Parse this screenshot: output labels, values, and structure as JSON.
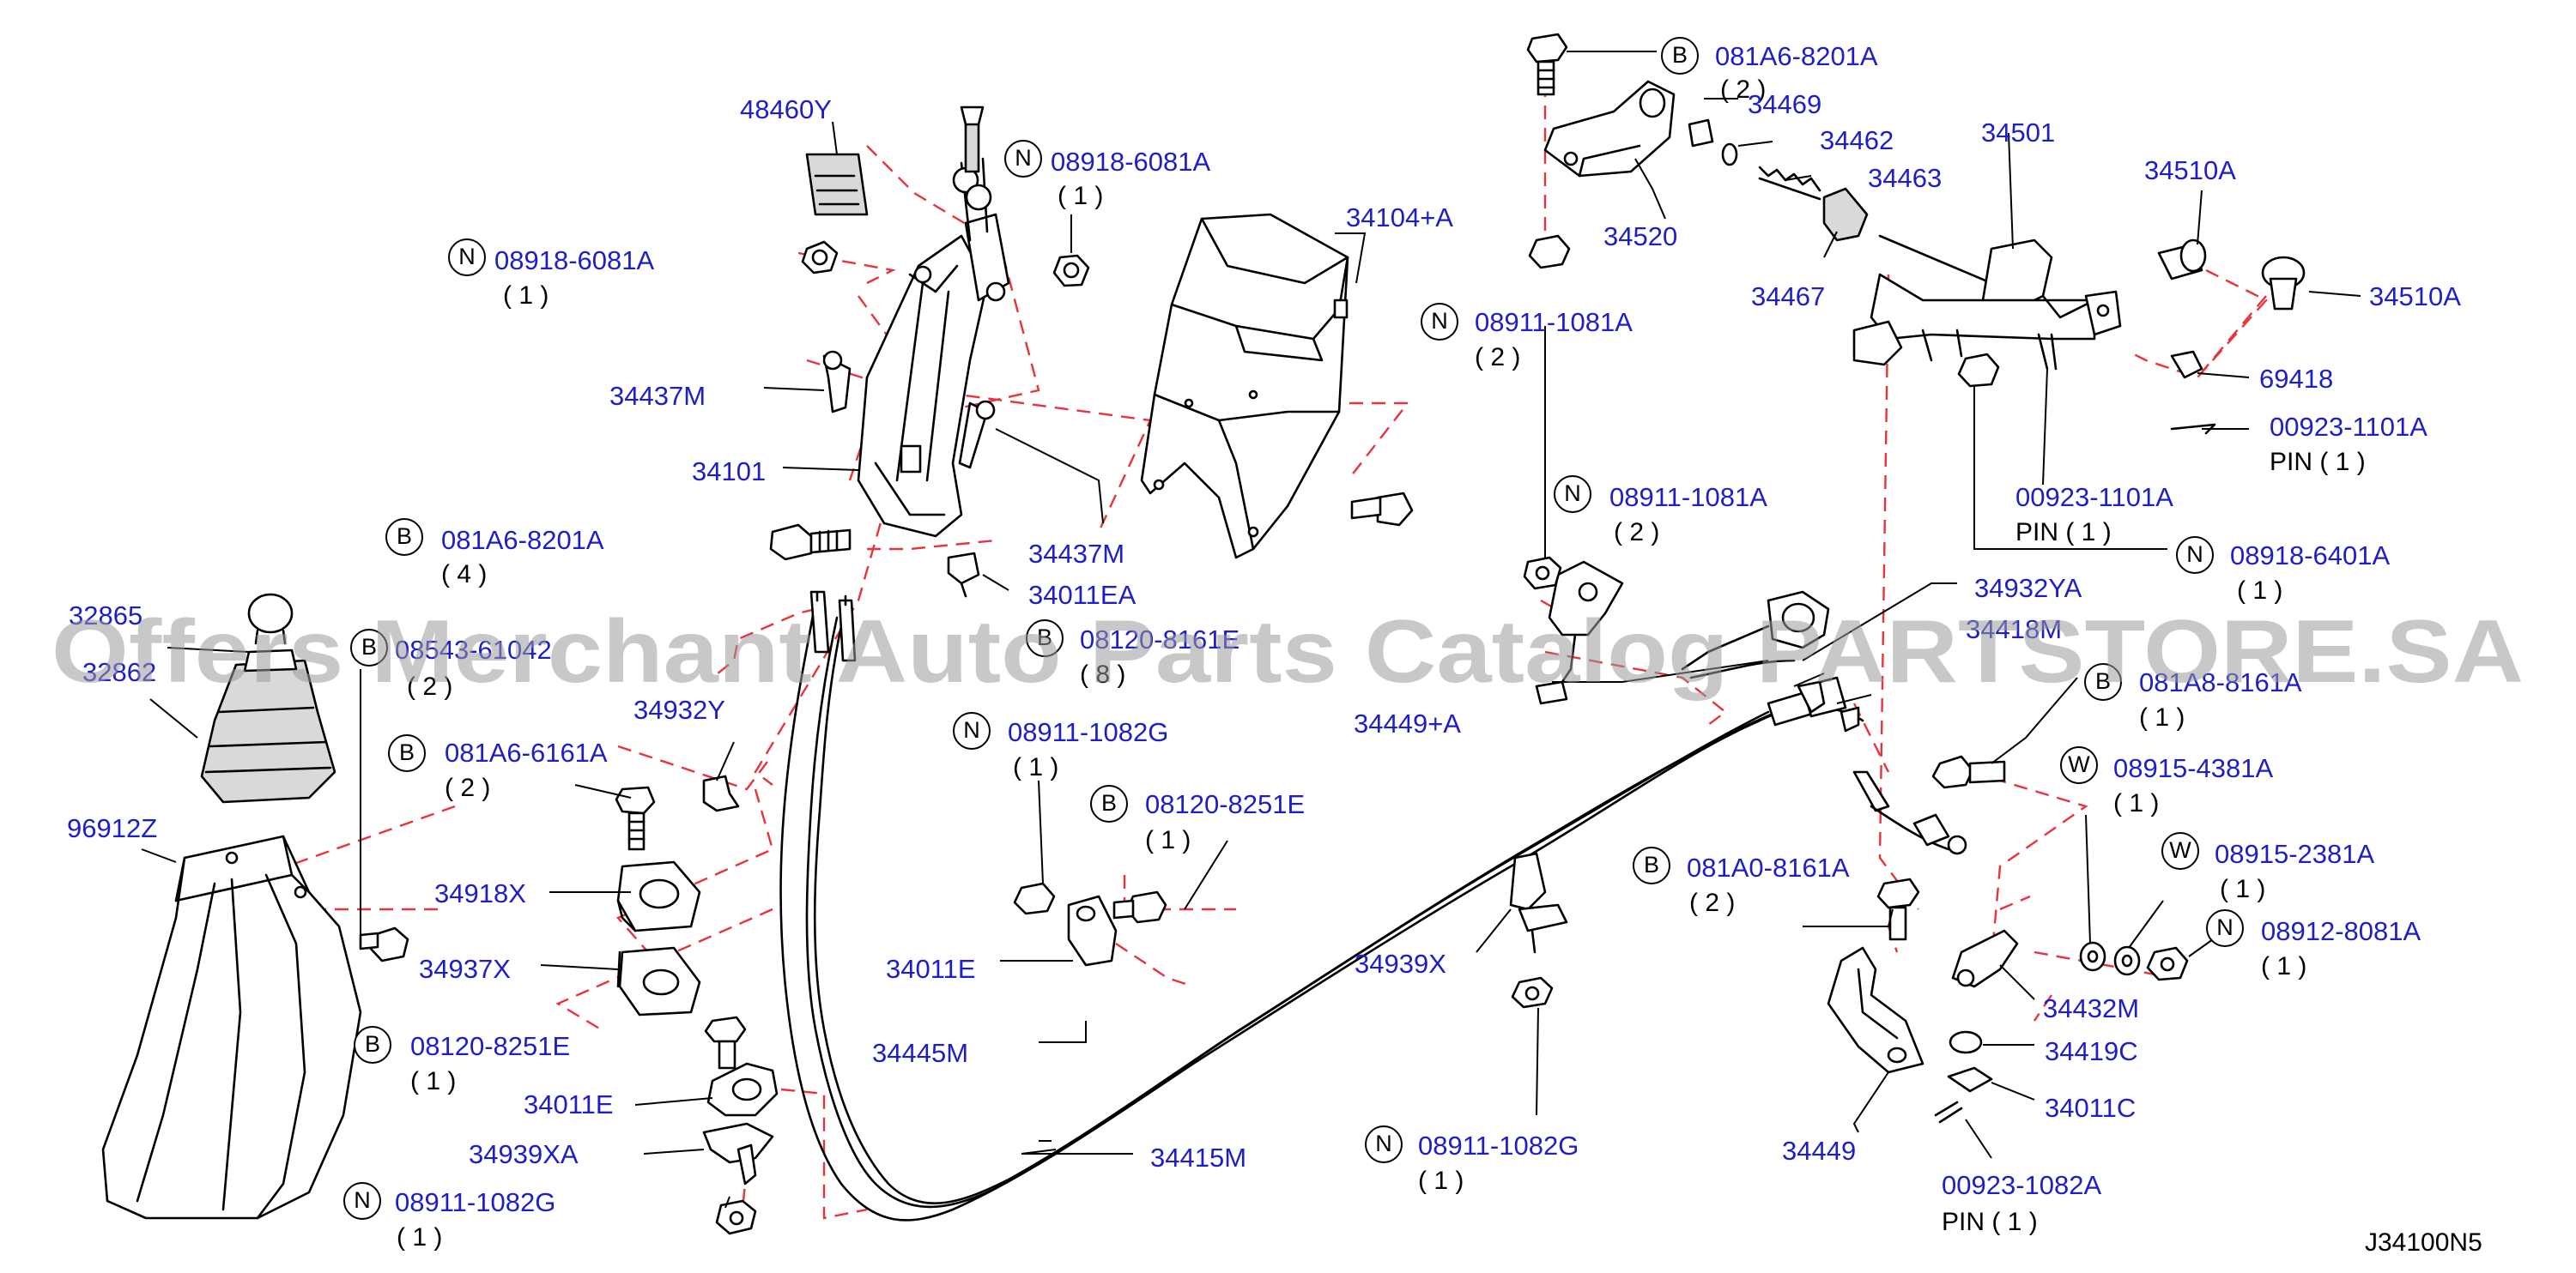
{
  "diagram_code": "J34100N5",
  "watermark": "Offers Merchant Auto Parts Catalog PARTSTORE.SA",
  "colors": {
    "label": "#1e1ec8",
    "line": "#000000",
    "leader_dash": "#e8323c",
    "watermark": "#9a9a9a"
  },
  "callouts": [
    {
      "part": "48460Y"
    },
    {
      "prefix": "N",
      "part": "08918-6081A",
      "qty": "( 1 )"
    },
    {
      "prefix": "N",
      "part": "08918-6081A",
      "qty": "( 1 )"
    },
    {
      "part": "34437M"
    },
    {
      "part": "34101"
    },
    {
      "prefix": "B",
      "part": "081A6-8201A",
      "qty": "( 4 )"
    },
    {
      "part": "34437M"
    },
    {
      "part": "34011EA"
    },
    {
      "part": "34104+A"
    },
    {
      "prefix": "N",
      "part": "08911-1081A",
      "qty": "( 2 )"
    },
    {
      "prefix": "B",
      "part": "081A6-8201A",
      "qty": "( 2 )"
    },
    {
      "part": "34469"
    },
    {
      "part": "34462"
    },
    {
      "part": "34463"
    },
    {
      "part": "34520"
    },
    {
      "part": "34467"
    },
    {
      "part": "34501"
    },
    {
      "part": "34510A"
    },
    {
      "part": "34510A"
    },
    {
      "part": "69418"
    },
    {
      "part": "00923-1101A",
      "pin": "PIN ( 1 )"
    },
    {
      "part": "00923-1101A",
      "pin": "PIN ( 1 )"
    },
    {
      "prefix": "N",
      "part": "08918-6401A",
      "qty": "( 1 )"
    },
    {
      "prefix": "N",
      "part": "08911-1081A",
      "qty": "( 2 )"
    },
    {
      "part": "34932YA"
    },
    {
      "part": "34418M"
    },
    {
      "part": "34449+A"
    },
    {
      "prefix": "B",
      "part": "081A8-8161A",
      "qty": "( 1 )"
    },
    {
      "prefix": "W",
      "part": "08915-4381A",
      "qty": "( 1 )"
    },
    {
      "prefix": "W",
      "part": "08915-2381A",
      "qty": "( 1 )"
    },
    {
      "prefix": "N",
      "part": "08912-8081A",
      "qty": "( 1 )"
    },
    {
      "prefix": "B",
      "part": "081A0-8161A",
      "qty": "( 2 )"
    },
    {
      "part": "34432M"
    },
    {
      "part": "34419C"
    },
    {
      "part": "34011C"
    },
    {
      "part": "34449"
    },
    {
      "part": "00923-1082A",
      "pin": "PIN ( 1 )"
    },
    {
      "part": "34939X"
    },
    {
      "prefix": "N",
      "part": "08911-1082G",
      "qty": "( 1 )"
    },
    {
      "prefix": "N",
      "part": "08911-1082G",
      "qty": "( 1 )"
    },
    {
      "prefix": "B",
      "part": "08120-8251E",
      "qty": "( 1 )"
    },
    {
      "part": "34011E"
    },
    {
      "part": "34445M"
    },
    {
      "part": "34415M"
    },
    {
      "part": "32865"
    },
    {
      "part": "32862"
    },
    {
      "prefix": "B",
      "part": "08543-61042",
      "qty": "( 2 )"
    },
    {
      "prefix": "B",
      "part": "08120-8161E",
      "qty": "( 8 )"
    },
    {
      "part": "34932Y"
    },
    {
      "prefix": "B",
      "part": "081A6-6161A",
      "qty": "( 2 )"
    },
    {
      "part": "96912Z"
    },
    {
      "part": "34918X"
    },
    {
      "part": "34937X"
    },
    {
      "prefix": "B",
      "part": "08120-8251E",
      "qty": "( 1 )"
    },
    {
      "part": "34011E"
    },
    {
      "part": "34939XA"
    },
    {
      "prefix": "N",
      "part": "08911-1082G",
      "qty": "( 1 )"
    }
  ]
}
